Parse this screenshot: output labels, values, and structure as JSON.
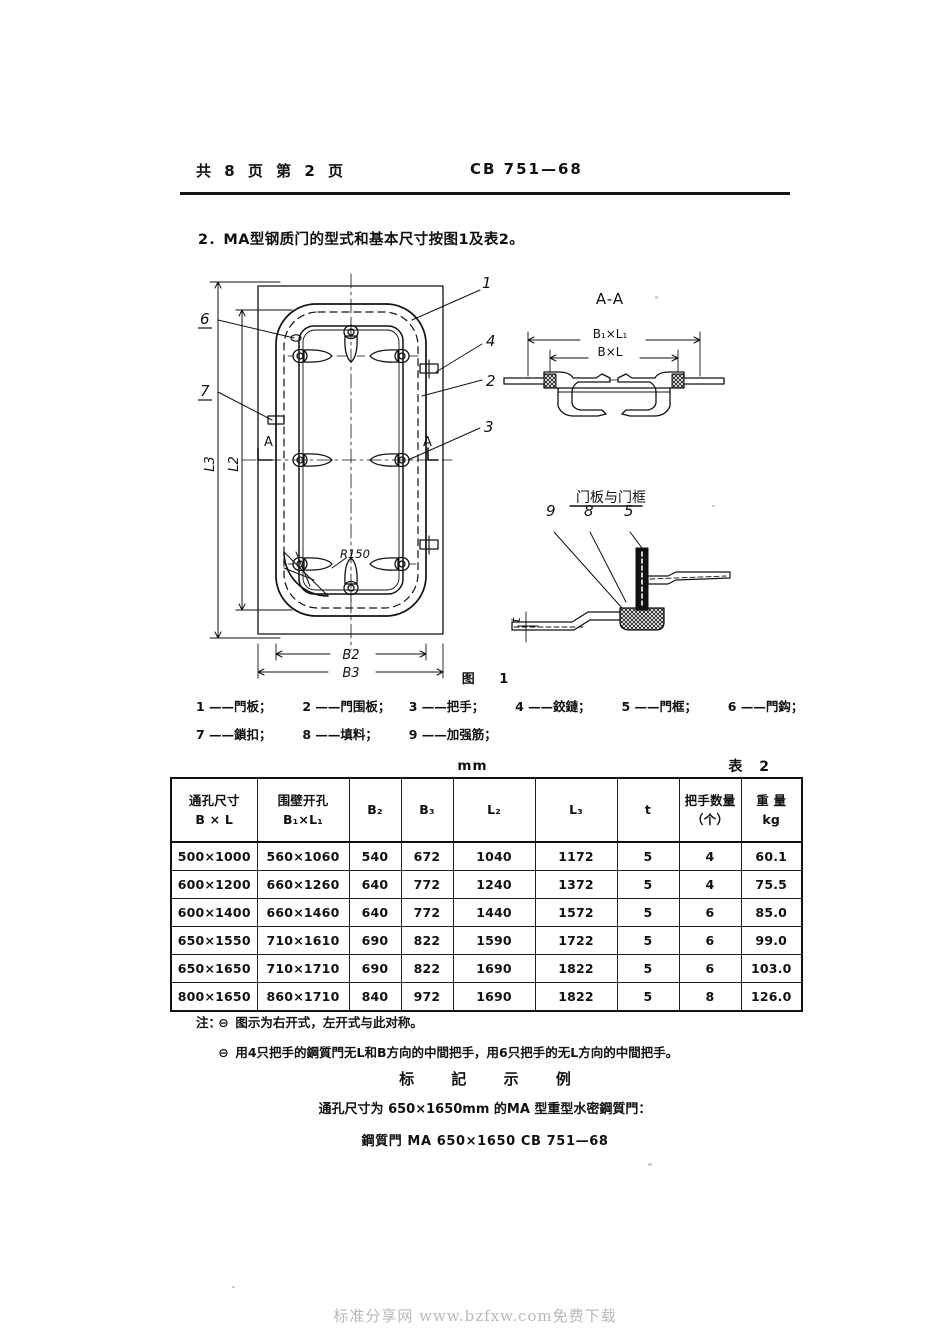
{
  "header": {
    "left": "共 8 页   第 2 页",
    "standard": "CB  751—68"
  },
  "clause": "2．MA型钢质门的型式和基本尺寸按图1及表2。",
  "figure": {
    "caption": "图 1",
    "front_view": {
      "dim_height_outer": "L3",
      "dim_height_inner": "L2",
      "dim_width_inner": "B2",
      "dim_width_outer": "B3",
      "radius_note": "R150",
      "section_mark_left": "A",
      "section_mark_right": "A",
      "callouts": [
        "1",
        "2",
        "3",
        "4",
        "6",
        "7"
      ]
    },
    "section_view": {
      "title": "A-A",
      "dim_outer": "B₁×L₁",
      "dim_inner": "B×L"
    },
    "detail_view": {
      "title": "门板与门框",
      "callouts": [
        "9",
        "8",
        "5"
      ],
      "thickness_label": "t"
    }
  },
  "legend": {
    "row1": [
      "1 ——門板；",
      "2 ——門围板；",
      "3 ——把手；",
      "4 ——鉸鏈；",
      "5 ——門框；",
      "6 ——門鈎；"
    ],
    "row2": [
      "7 ——鎖扣；",
      "8 ——填料；",
      "9 ——加强筋；"
    ]
  },
  "table": {
    "unit": "mm",
    "number": "表 2",
    "headers": [
      {
        "l1": "通孔尺寸",
        "l2": "B × L"
      },
      {
        "l1": "围壁开孔",
        "l2": "B₁×L₁"
      },
      {
        "l1": "B₂",
        "l2": ""
      },
      {
        "l1": "B₃",
        "l2": ""
      },
      {
        "l1": "L₂",
        "l2": ""
      },
      {
        "l1": "L₃",
        "l2": ""
      },
      {
        "l1": "t",
        "l2": ""
      },
      {
        "l1": "把手数量",
        "l2": "（个）"
      },
      {
        "l1": "重  量",
        "l2": "kg"
      }
    ],
    "rows": [
      [
        "500×1000",
        "560×1060",
        "540",
        "672",
        "1040",
        "1172",
        "5",
        "4",
        "60.1"
      ],
      [
        "600×1200",
        "660×1260",
        "640",
        "772",
        "1240",
        "1372",
        "5",
        "4",
        "75.5"
      ],
      [
        "600×1400",
        "660×1460",
        "640",
        "772",
        "1440",
        "1572",
        "5",
        "6",
        "85.0"
      ],
      [
        "650×1550",
        "710×1610",
        "690",
        "822",
        "1590",
        "1722",
        "5",
        "6",
        "99.0"
      ],
      [
        "650×1650",
        "710×1710",
        "690",
        "822",
        "1690",
        "1822",
        "5",
        "6",
        "103.0"
      ],
      [
        "800×1650",
        "860×1710",
        "840",
        "972",
        "1690",
        "1822",
        "5",
        "8",
        "126.0"
      ]
    ]
  },
  "notes": {
    "label": "注：",
    "items": [
      {
        "marker": "⊖",
        "text": "图示为右开式，左开式与此对称。"
      },
      {
        "marker": "⊖",
        "text": "用4只把手的鋼質門无L和B方向的中間把手，用6只把手的无L方向的中間把手。"
      }
    ]
  },
  "marking": {
    "title": "标 記 示 例",
    "line1": "通孔尺寸为 650×1650mm 的MA 型重型水密鋼質門：",
    "line2": "鋼質門 MA 650×1650 CB 751—68"
  },
  "watermark": "标准分享网 www.bzfxw.com免费下载"
}
